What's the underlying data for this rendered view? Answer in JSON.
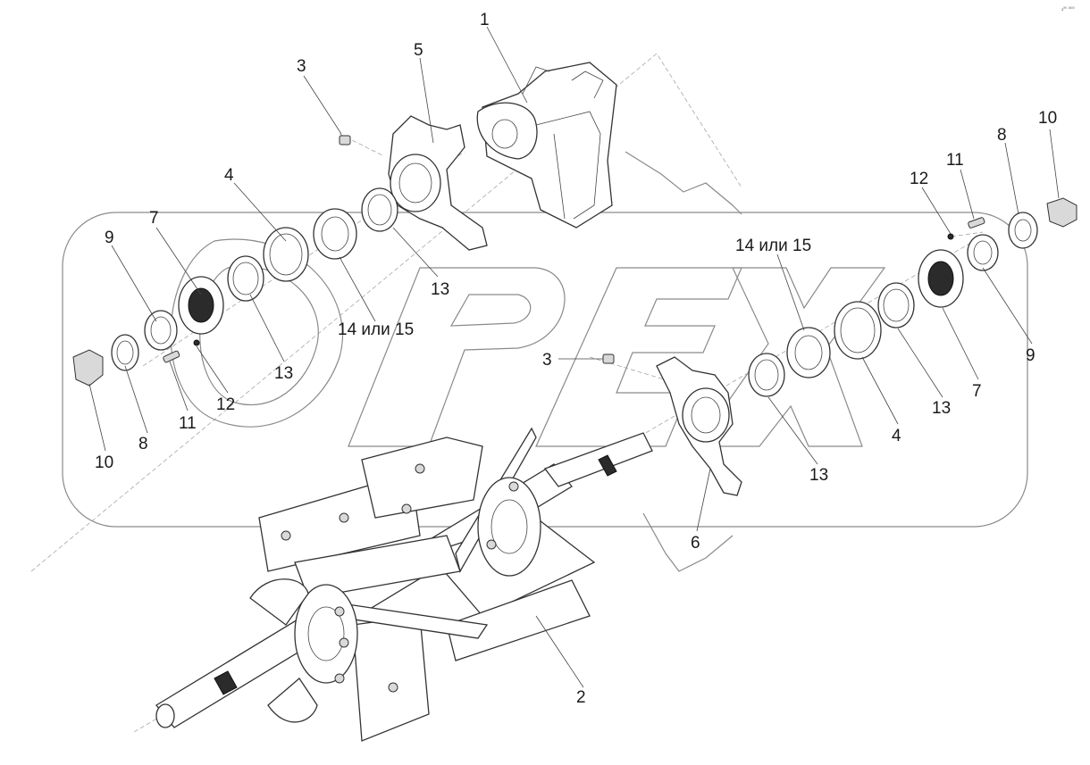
{
  "corner_mark": "₂ᴹ ⁰⁰⁰",
  "callouts": {
    "c1": "1",
    "c2": "2",
    "c3_top": "3",
    "c3_mid": "3",
    "c4_left": "4",
    "c4_right": "4",
    "c5": "5",
    "c6": "6",
    "c7_left": "7",
    "c7_right": "7",
    "c8_left": "8",
    "c8_right": "8",
    "c9_left": "9",
    "c9_right": "9",
    "c10_left": "10",
    "c10_right": "10",
    "c11_left": "11",
    "c11_right": "11",
    "c12_left": "12",
    "c12_right": "12",
    "c13_a": "13",
    "c13_b": "13",
    "c13_c": "13",
    "c13_d": "13",
    "c14_left": "14 или 15",
    "c14_right": "14 или 15"
  }
}
